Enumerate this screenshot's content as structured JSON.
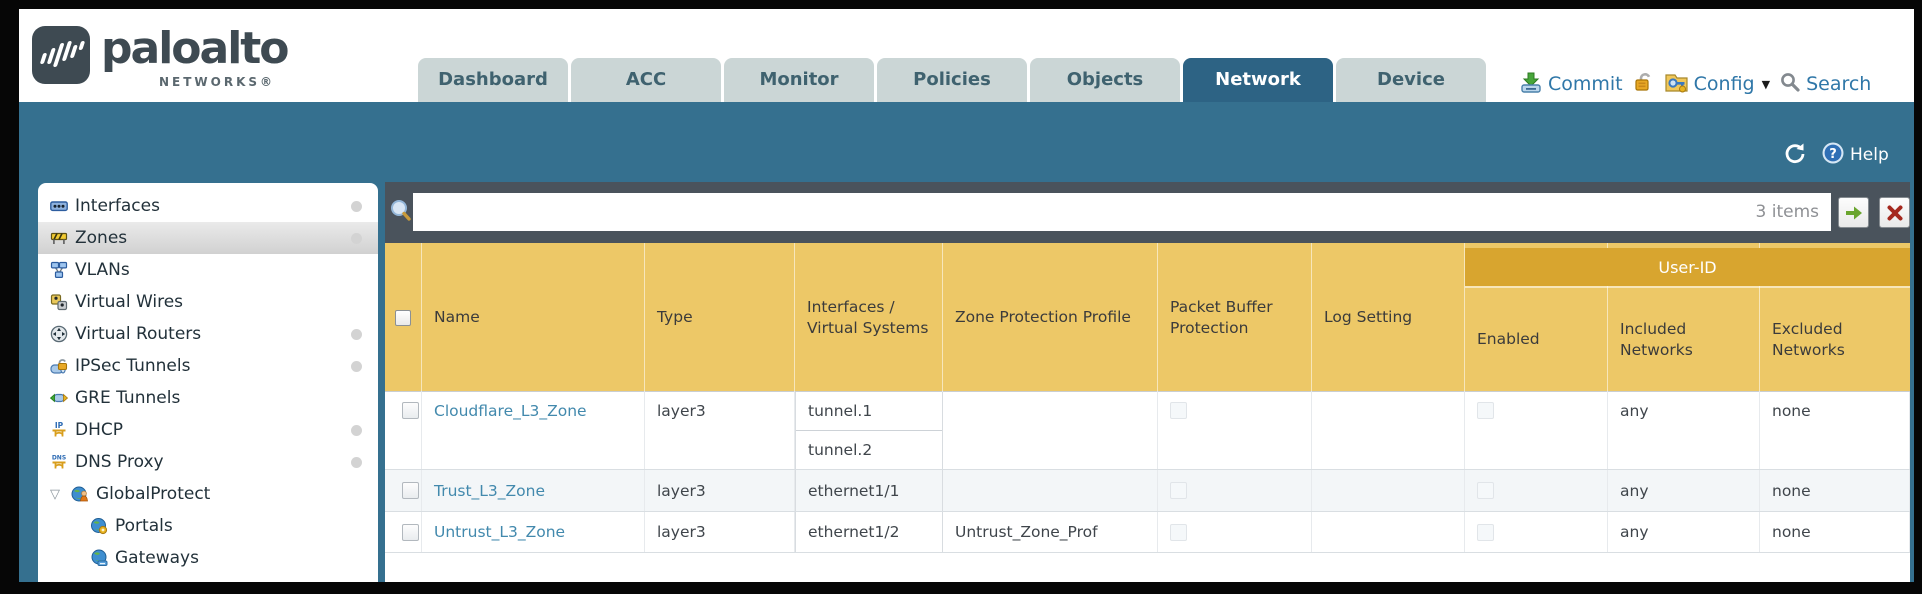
{
  "brand": {
    "name": "paloalto",
    "sub": "NETWORKS®"
  },
  "tabs": [
    {
      "label": "Dashboard",
      "active": false
    },
    {
      "label": "ACC",
      "active": false
    },
    {
      "label": "Monitor",
      "active": false
    },
    {
      "label": "Policies",
      "active": false
    },
    {
      "label": "Objects",
      "active": false
    },
    {
      "label": "Network",
      "active": true
    },
    {
      "label": "Device",
      "active": false
    }
  ],
  "utilities": {
    "commit": "Commit",
    "config": "Config",
    "search": "Search"
  },
  "banner": {
    "help": "Help"
  },
  "sidebar": {
    "items": [
      {
        "label": "Interfaces",
        "icon": "interfaces-icon",
        "dot": true,
        "selected": false
      },
      {
        "label": "Zones",
        "icon": "zones-icon",
        "dot": true,
        "selected": true
      },
      {
        "label": "VLANs",
        "icon": "vlans-icon",
        "dot": false,
        "selected": false
      },
      {
        "label": "Virtual Wires",
        "icon": "virtual-wires-icon",
        "dot": false,
        "selected": false
      },
      {
        "label": "Virtual Routers",
        "icon": "virtual-routers-icon",
        "dot": true,
        "selected": false
      },
      {
        "label": "IPSec Tunnels",
        "icon": "ipsec-tunnels-icon",
        "dot": true,
        "selected": false
      },
      {
        "label": "GRE Tunnels",
        "icon": "gre-tunnels-icon",
        "dot": false,
        "selected": false
      },
      {
        "label": "DHCP",
        "icon": "dhcp-icon",
        "dot": true,
        "selected": false
      },
      {
        "label": "DNS Proxy",
        "icon": "dns-proxy-icon",
        "dot": true,
        "selected": false
      },
      {
        "label": "GlobalProtect",
        "icon": "globalprotect-icon",
        "dot": false,
        "selected": false,
        "expanded": true
      },
      {
        "label": "Portals",
        "icon": "portals-icon",
        "dot": false,
        "selected": false,
        "child": true
      },
      {
        "label": "Gateways",
        "icon": "gateways-icon",
        "dot": false,
        "selected": false,
        "child": true
      }
    ]
  },
  "toolbar": {
    "count": "3 items"
  },
  "table": {
    "group_header": "User-ID",
    "columns": [
      "Name",
      "Type",
      "Interfaces / Virtual Systems",
      "Zone Protection Profile",
      "Packet Buffer Protection",
      "Log Setting",
      "Enabled",
      "Included Networks",
      "Excluded Networks"
    ],
    "rows": [
      {
        "name": "Cloudflare_L3_Zone",
        "type": "layer3",
        "interfaces": [
          "tunnel.1",
          "tunnel.2"
        ],
        "zone_protection_profile": "",
        "log_setting": "",
        "included_networks": "any",
        "excluded_networks": "none"
      },
      {
        "name": "Trust_L3_Zone",
        "type": "layer3",
        "interfaces": [
          "ethernet1/1"
        ],
        "zone_protection_profile": "",
        "log_setting": "",
        "included_networks": "any",
        "excluded_networks": "none"
      },
      {
        "name": "Untrust_L3_Zone",
        "type": "layer3",
        "interfaces": [
          "ethernet1/2"
        ],
        "zone_protection_profile": "Untrust_Zone_Prof",
        "log_setting": "",
        "included_networks": "any",
        "excluded_networks": "none"
      }
    ]
  },
  "colors": {
    "teal_band": "#35708F",
    "dark_toolbar": "#4A535C",
    "header_amber": "#EDC867",
    "userid_amber": "#D8A52F",
    "active_tab": "#2D6384",
    "inactive_tab": "#CBD6D6",
    "link_blue": "#4289AD",
    "util_blue": "#2F77A8"
  }
}
